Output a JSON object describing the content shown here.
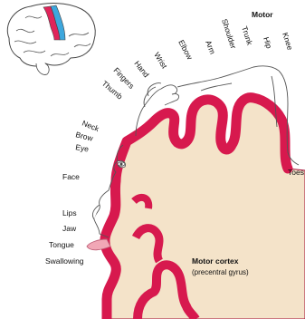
{
  "title": "Motor",
  "cortex_label": {
    "title": "Motor cortex",
    "subtitle": "(precentral gyrus)"
  },
  "body_parts_top": [
    "Knee",
    "Hip",
    "Trunk",
    "Shoulder",
    "Arm",
    "Elbow",
    "Wrist",
    "Hand",
    "Fingers",
    "Thumb"
  ],
  "body_parts_left": [
    "Neck",
    "Brow",
    "Eye",
    "Face",
    "Lips",
    "Jaw",
    "Tongue",
    "Swallowing"
  ],
  "toes": "Toes",
  "colors": {
    "cortex_fill": "#f4e3c9",
    "gyrus_red": "#d7194e",
    "gyrus_edge": "#a40f37",
    "brain_blue": "#3da7dd",
    "brain_red": "#e0245a",
    "outline": "#444444"
  }
}
